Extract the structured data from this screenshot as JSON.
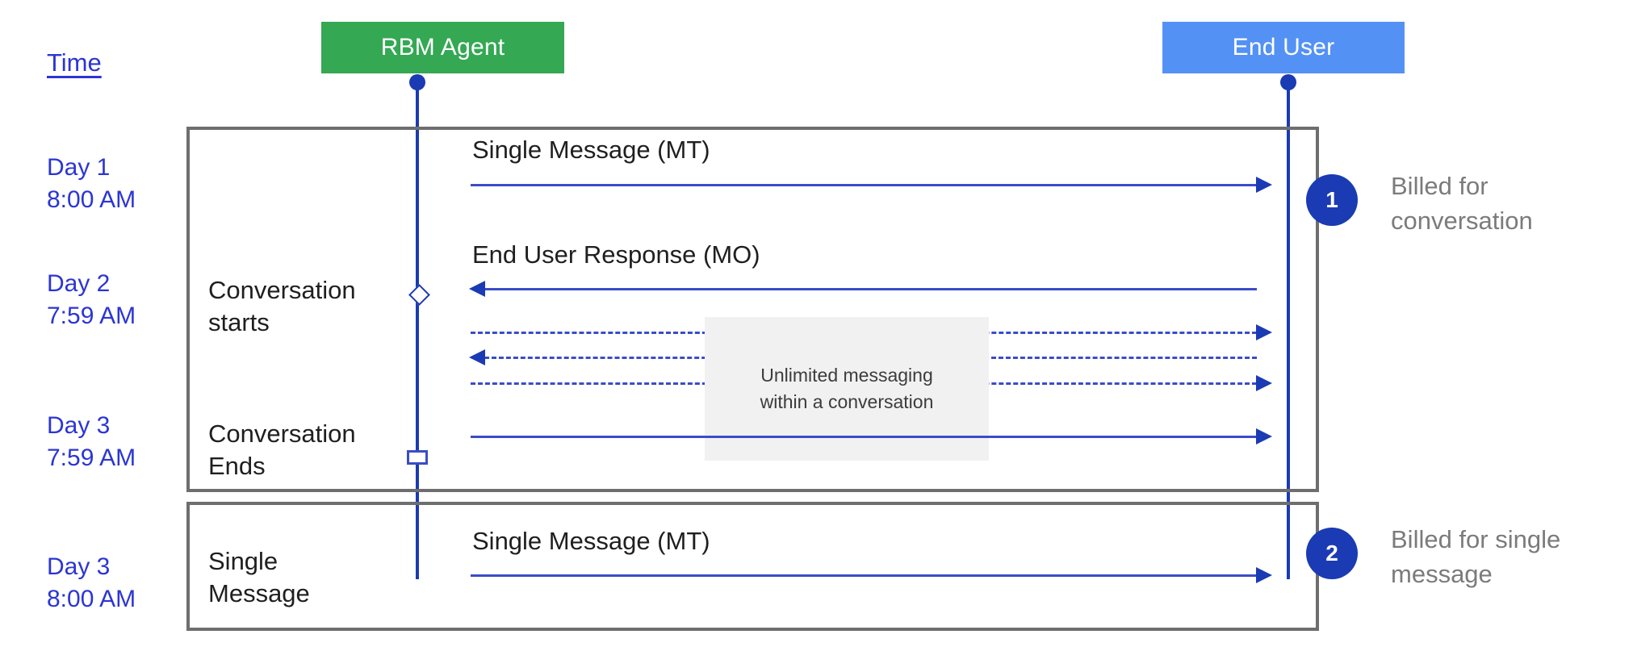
{
  "diagram": {
    "title_hidden": "RBM conversation billing timeline",
    "time_column": {
      "header": "Time",
      "entries": [
        {
          "id": "t1",
          "label": "Day 1\n8:00 AM"
        },
        {
          "id": "t2",
          "label": "Day 2\n7:59 AM"
        },
        {
          "id": "t3",
          "label": "Day 3\n7:59 AM"
        },
        {
          "id": "t4",
          "label": "Day 3\n8:00 AM"
        }
      ]
    },
    "actors": [
      {
        "id": "agent",
        "label": "RBM Agent",
        "color": "#34a853"
      },
      {
        "id": "user",
        "label": "End User",
        "color": "#5491f5"
      }
    ],
    "frames": [
      {
        "id": "conversation",
        "stage_labels": [
          "Conversation\nstarts",
          "Conversation\nEnds"
        ]
      },
      {
        "id": "single",
        "stage_labels": [
          "Single\nMessage"
        ]
      }
    ],
    "messages": [
      {
        "id": "m1",
        "label": "Single Message (MT)",
        "direction": "right",
        "style": "solid"
      },
      {
        "id": "m2",
        "label": "End User Response (MO)",
        "direction": "left",
        "style": "solid"
      },
      {
        "id": "m3",
        "label": "",
        "direction": "right",
        "style": "dashed"
      },
      {
        "id": "m4",
        "label": "",
        "direction": "left",
        "style": "dashed"
      },
      {
        "id": "m5",
        "label": "",
        "direction": "right",
        "style": "dashed"
      },
      {
        "id": "m6",
        "label": "",
        "direction": "right",
        "style": "solid"
      },
      {
        "id": "m7",
        "label": "Single Message (MT)",
        "direction": "right",
        "style": "solid"
      }
    ],
    "note": {
      "text": "Unlimited messaging\nwithin a conversation"
    },
    "callouts": [
      {
        "id": "c1",
        "badge": "1",
        "text": "Billed for\nconversation"
      },
      {
        "id": "c2",
        "badge": "2",
        "text": "Billed for single\nmessage"
      }
    ],
    "colors": {
      "agent_green": "#34a853",
      "user_blue": "#5491f5",
      "line_blue": "#1a3bb3",
      "arrow_blue": "#3b4cc7",
      "time_blue": "#2b35d4",
      "frame_grey": "#6e6e6e",
      "note_grey": "#f1f1f1",
      "callout_grey": "#7b7b7b"
    }
  }
}
